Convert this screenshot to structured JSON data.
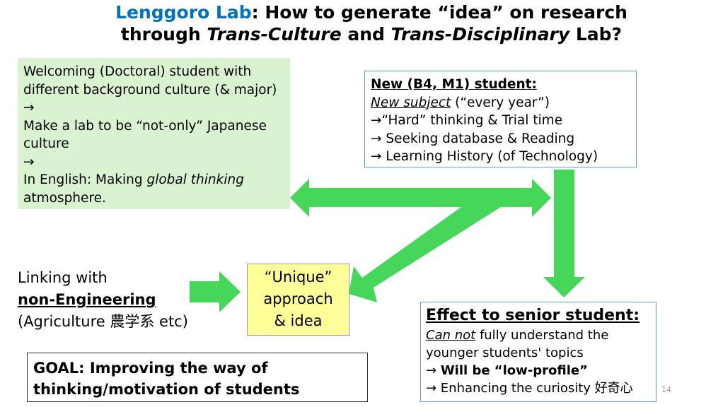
{
  "title": {
    "lab_name": "Lenggoro Lab",
    "line1_rest": ": How to generate “idea” on research",
    "line2_a": "through ",
    "line2_b": "Trans-Culture",
    "line2_c": " and ",
    "line2_d": "Trans-Disciplinary",
    "line2_e": " Lab?"
  },
  "green_box": {
    "l1": "Welcoming (Doctoral) student with",
    "l2": "different background culture (& major)",
    "arrow1": "→",
    "l3": "Make a lab to be “not-only” Japanese",
    "l4": "culture",
    "arrow2": "→",
    "l5a": "In English: Making ",
    "l5b": "global thinking",
    "l6": "atmosphere."
  },
  "new_student_box": {
    "heading": "New (B4, M1) student:",
    "sub_a": "New subject",
    "sub_b": " (“every year”)",
    "items": [
      "→“Hard” thinking & Trial time",
      "→ Seeking database & Reading",
      "→ Learning History (of Technology)"
    ]
  },
  "linking": {
    "l1": "Linking with",
    "l2": "non-Engineering",
    "l3": "(Agriculture 農学系 etc)"
  },
  "unique_box": {
    "l1": "“Unique”",
    "l2": "approach",
    "l3": "& idea"
  },
  "effect_box": {
    "heading": "Effect to senior student:",
    "l1a": "Can not",
    "l1b": " fully understand the",
    "l2": "younger students' topics",
    "l3a": "→ ",
    "l3b": "Will be “low-profile”",
    "l4": "→ Enhancing the curiosity 好奇心"
  },
  "goal_box": {
    "l1": "GOAL: Improving the way of",
    "l2": "thinking/motivation of students"
  },
  "page_number": "14",
  "colors": {
    "arrow": "#45d65a",
    "title_blue": "#0070c0",
    "green_box": "#d9f2d0",
    "yellow_box": "#ffff99",
    "box_border": "#5b9bd5"
  }
}
